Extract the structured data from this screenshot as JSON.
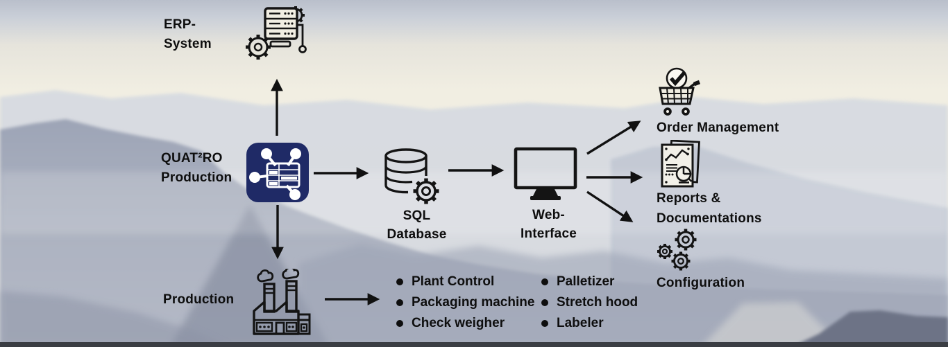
{
  "diagram": {
    "title_hint": "QUAT²RO Production system architecture flow",
    "nodes": {
      "erp": {
        "line1": "ERP-",
        "line2": "System",
        "icon": "server-gears-icon"
      },
      "quatro": {
        "line1": "QUAT²RO",
        "line2": "Production",
        "icon": "quatro-app-icon"
      },
      "sql": {
        "line1": "SQL",
        "line2": "Database",
        "icon": "database-gear-icon"
      },
      "web": {
        "line1": "Web-",
        "line2": "Interface",
        "icon": "monitor-icon"
      },
      "order": {
        "label": "Order Management",
        "icon": "cart-check-icon"
      },
      "reports": {
        "line1": "Reports &",
        "line2": "Documentations",
        "icon": "report-document-icon"
      },
      "config": {
        "label": "Configuration",
        "icon": "three-gears-icon"
      },
      "production": {
        "label": "Production",
        "icon": "factory-icon"
      }
    },
    "machine_lists": {
      "column1": [
        "Plant Control",
        "Packaging machine",
        "Check weigher"
      ],
      "column2": [
        "Palletizer",
        "Stretch hood",
        "Labeler"
      ]
    },
    "connections": [
      {
        "from": "quatro-production",
        "to": "erp-system"
      },
      {
        "from": "quatro-production",
        "to": "sql-database"
      },
      {
        "from": "quatro-production",
        "to": "production"
      },
      {
        "from": "sql-database",
        "to": "web-interface"
      },
      {
        "from": "web-interface",
        "to": "order-management"
      },
      {
        "from": "web-interface",
        "to": "reports-documentations"
      },
      {
        "from": "web-interface",
        "to": "configuration"
      },
      {
        "from": "production",
        "to": "machine-list"
      }
    ],
    "colors": {
      "ink": "#111111",
      "app_navy": "#1f2a66",
      "sky_cream": "#f1eee2",
      "mist_blue": "#aab1c0",
      "bottom_bar": "#3a3d43"
    }
  }
}
